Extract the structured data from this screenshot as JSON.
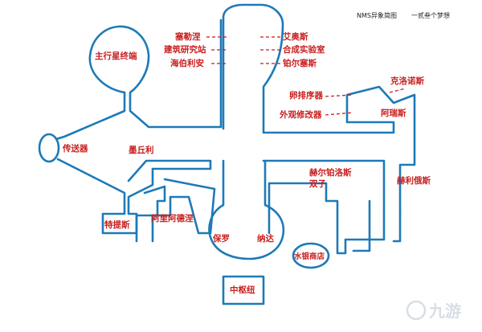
{
  "header": {
    "title": "NMS异象简图",
    "credit": "一贰叁个梦想"
  },
  "colors": {
    "wall": "#1d7ab8",
    "label": "#c81e1e",
    "leader": "#c81e1e"
  },
  "rooms": {
    "main_star_terminal": "主行星终端",
    "seraph": "塞勒涅",
    "construct_lab": "建筑研究站",
    "helios": "海伯利安",
    "artemis": "艾奥斯",
    "synthesis_lab": "合成实验室",
    "polaris": "铂尔塞斯",
    "egg_sequencer": "卵排序器",
    "appearance_modifier": "外观修改器",
    "chronos": "克洛诺斯",
    "ares": "阿瑞斯",
    "teleporter": "传送器",
    "mercury": "墨丘利",
    "hermes_twins": "赫尔铂洛斯",
    "twins_suffix": "双子",
    "helios2": "赫利俄斯",
    "tethys": "特提斯",
    "aldebaran": "阿里阿德涅",
    "paulo": "保罗",
    "nada": "纳达",
    "silver_shop": "水银商店",
    "central_hub": "中枢纽"
  },
  "watermark": "九游"
}
